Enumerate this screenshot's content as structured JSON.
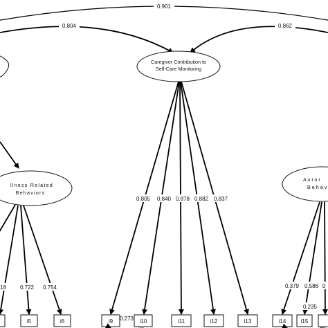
{
  "correlations": [
    {
      "id": "c1",
      "label": "0.901"
    },
    {
      "id": "c2",
      "label": "0.804"
    },
    {
      "id": "c3",
      "label": "0.862"
    }
  ],
  "latents": [
    {
      "id": "l1",
      "line1": "Caregiver Contribution to",
      "line2": "Self-Care Monitoring"
    },
    {
      "id": "l2",
      "line1": "llness Related",
      "line2": "Behaviors"
    },
    {
      "id": "l3",
      "line1": "A u t o r",
      "line2": "B e h a v"
    }
  ],
  "indicators": [
    {
      "id": "i0",
      "label": ""
    },
    {
      "id": "i5",
      "label": "i5"
    },
    {
      "id": "i6",
      "label": "i6"
    },
    {
      "id": "i9",
      "label": "i9"
    },
    {
      "id": "i10",
      "label": "i10"
    },
    {
      "id": "i11",
      "label": "i11"
    },
    {
      "id": "i12",
      "label": "i12"
    },
    {
      "id": "i13",
      "label": "i13"
    },
    {
      "id": "i14",
      "label": "i14"
    },
    {
      "id": "i15",
      "label": "i15"
    }
  ],
  "loadings": {
    "monitoring": [
      "0.805",
      "0.840",
      "0.878",
      "0.882",
      "0.837"
    ],
    "illness": [
      "18",
      "0.722",
      "0.754"
    ],
    "autonomous": [
      "0.379",
      "0.586",
      "0"
    ]
  },
  "error_covariances": [
    {
      "id": "e1",
      "label": "0.273"
    },
    {
      "id": "e2",
      "label": "0.235"
    }
  ]
}
